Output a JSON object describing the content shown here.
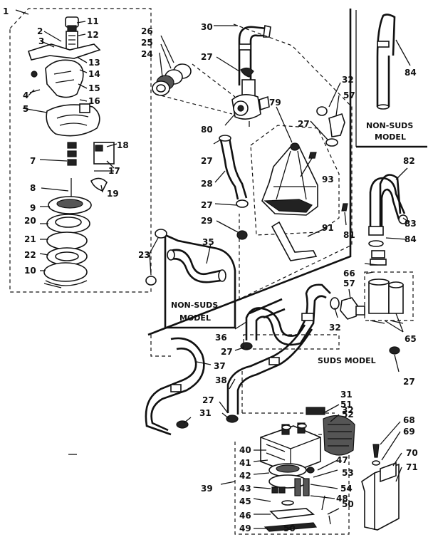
{
  "callouts": {
    "c1": "1",
    "c2": "2",
    "c3": "3",
    "c4": "4",
    "c5": "5",
    "c7": "7",
    "c8": "8",
    "c9": "9",
    "c10": "10",
    "c11": "11",
    "c12": "12",
    "c13": "13",
    "c14": "14",
    "c15": "15",
    "c16": "16",
    "c17": "17",
    "c18": "18",
    "c19": "19",
    "c20": "20",
    "c21": "21",
    "c22": "22",
    "c23": "23",
    "c24": "24",
    "c25": "25",
    "c26": "26",
    "c27": "27",
    "c28": "28",
    "c29": "29",
    "c30": "30",
    "c31": "31",
    "c32": "32",
    "c35": "35",
    "c36": "36",
    "c37": "37",
    "c38": "38",
    "c39": "39",
    "c40": "40",
    "c41": "41",
    "c42": "42",
    "c43": "43",
    "c45": "45",
    "c46": "46",
    "c47": "47",
    "c48": "48",
    "c49": "49",
    "c50": "50",
    "c51": "51",
    "c52": "52",
    "c53": "53",
    "c54": "54",
    "c57": "57",
    "c65": "65",
    "c66": "66",
    "c68": "68",
    "c69": "69",
    "c70": "70",
    "c71": "71",
    "c79": "79",
    "c80": "80",
    "c81": "81",
    "c82": "82",
    "c83": "83",
    "c84": "84",
    "c91": "91",
    "c93": "93"
  },
  "captions": {
    "non_suds_right_1": "NON-SUDS",
    "non_suds_right_2": "MODEL",
    "non_suds_mid_1": "NON-SUDS",
    "non_suds_mid_2": "MODEL",
    "suds_model": "SUDS MODEL"
  }
}
